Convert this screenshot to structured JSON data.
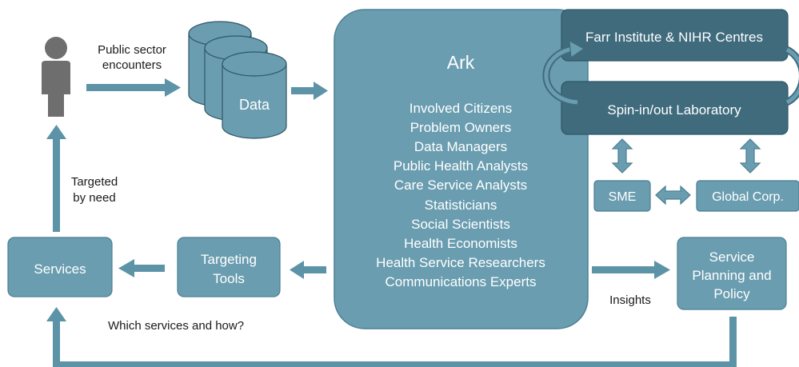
{
  "colors": {
    "box": "#6a9db0",
    "box_stroke": "#4b7f93",
    "dark_box": "#3f6b7d",
    "arrow": "#5c93a7",
    "person": "#6e6e6e"
  },
  "nodes": {
    "person": {
      "icon": "person-icon"
    },
    "data": {
      "label": "Data",
      "icon": "database-icon"
    },
    "ark": {
      "title": "Ark",
      "roles": [
        "Involved Citizens",
        "Problem Owners",
        "Data Managers",
        "Public Health Analysts",
        "Care Service Analysts",
        "Statisticians",
        "Social Scientists",
        "Health Economists",
        "Health Service Researchers",
        "Communications Experts"
      ]
    },
    "farr": {
      "label": "Farr Institute & NIHR Centres"
    },
    "spin": {
      "label": "Spin-in/out Laboratory"
    },
    "sme": {
      "label": "SME"
    },
    "global": {
      "label": "Global Corp."
    },
    "services": {
      "label": "Services"
    },
    "targeting": {
      "line1": "Targeting",
      "line2": "Tools"
    },
    "planning": {
      "line1": "Service",
      "line2": "Planning and",
      "line3": "Policy"
    }
  },
  "edge_labels": {
    "public_sector": {
      "line1": "Public sector",
      "line2": "encounters"
    },
    "targeted": {
      "line1": "Targeted",
      "line2": "by need"
    },
    "which_services": "Which services and how?",
    "insights": "Insights"
  }
}
